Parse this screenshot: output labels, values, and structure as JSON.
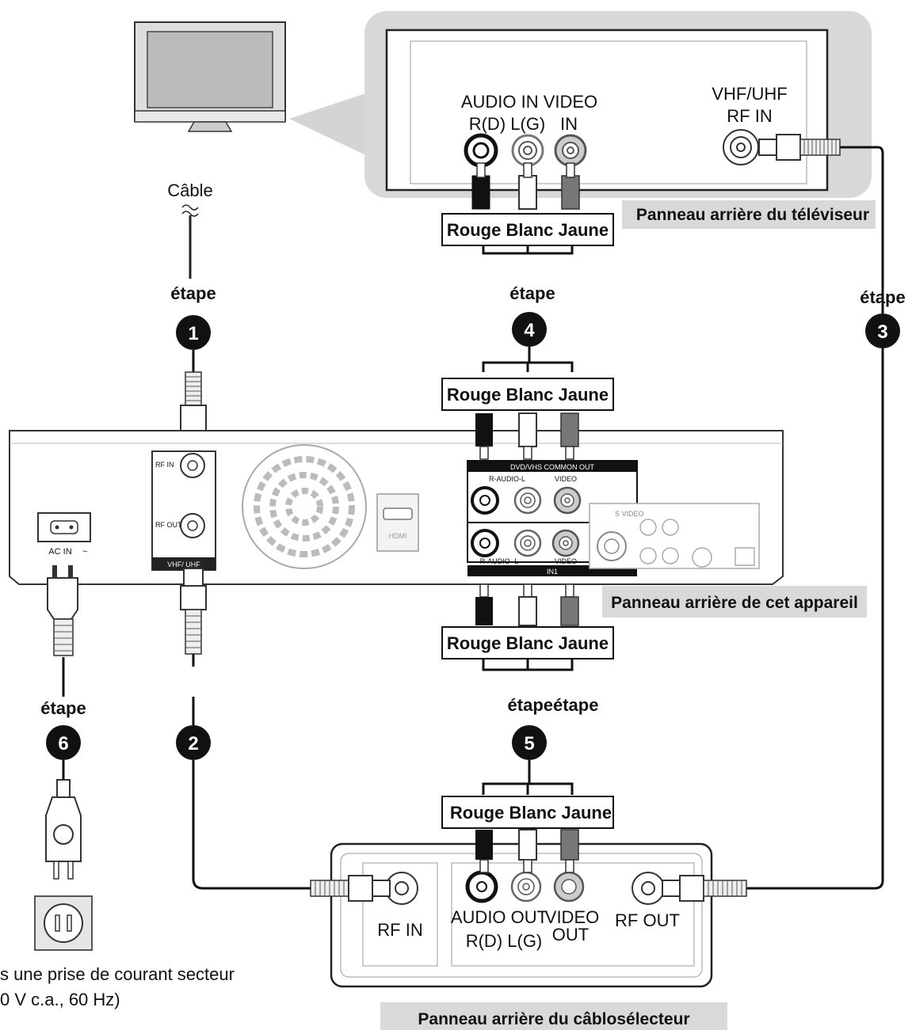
{
  "labels": {
    "cable": "Câble",
    "step": "étape",
    "step_double": "étapeétape",
    "tv_panel": "Panneau arrière du téléviseur",
    "device_panel": "Panneau arrière de cet appareil",
    "cablebox_panel": "Panneau arrière du câblosélecteur",
    "rbj": "Rouge Blanc Jaune",
    "outlet_line1": "s une prise de courant secteur",
    "outlet_line2": "0 V c.a., 60 Hz)"
  },
  "tv": {
    "audio_in_video": "AUDIO IN VIDEO",
    "rd_lg": "R(D) L(G)",
    "in": "IN",
    "vhf_uhf": "VHF/UHF",
    "rf_in": "RF IN"
  },
  "device": {
    "rf_in": "RF IN",
    "rf_out": "RF OUT",
    "vhf_uhf": "VHF/ UHF",
    "ac_in": "AC IN",
    "common_out": "DVD/VHS COMMON OUT",
    "r_audio_l": "R-AUDIO-L",
    "video": "VIDEO",
    "r_audio_l_2": "R-AUDIO -L",
    "in1": "IN1",
    "s_video": "S VIDEO",
    "hdmi": "HDMI"
  },
  "cablebox": {
    "rf_in": "RF IN",
    "audio_out": "AUDIO OUT",
    "rd_lg": "R(D)  L(G)",
    "video": "VIDEO",
    "out": "OUT",
    "rf_out": "RF OUT"
  },
  "steps": [
    "1",
    "2",
    "3",
    "4",
    "5",
    "6"
  ]
}
